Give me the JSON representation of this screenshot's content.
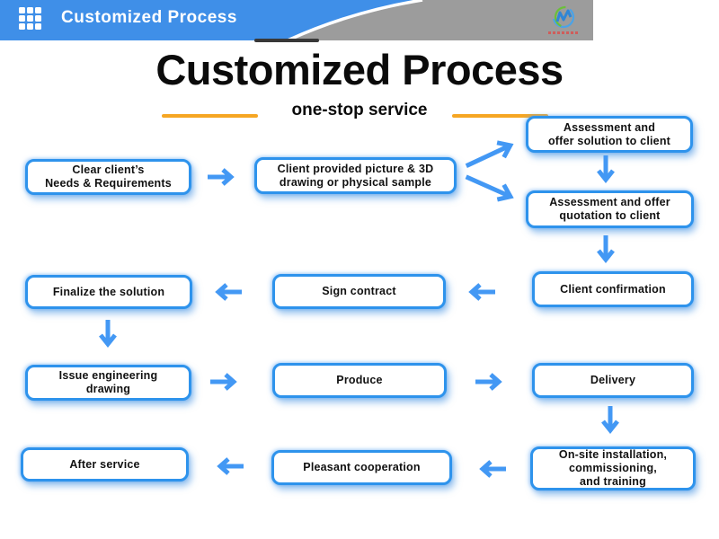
{
  "header": {
    "app_title": "Customized Process",
    "icons": {
      "grid": "grid-icon",
      "brand": "brand-logo-icon"
    }
  },
  "hero": {
    "title": "Customized Process",
    "subtitle": "one-stop service"
  },
  "flow": {
    "boxes": {
      "clear_needs": "Clear client’s\nNeeds & Requirements",
      "client_provided": "Client provided picture & 3D\ndrawing or physical sample",
      "assess_solution": "Assessment and\noffer solution to client",
      "assess_quotation": "Assessment and offer\nquotation to client",
      "client_confirmation": "Client confirmation",
      "sign_contract": "Sign contract",
      "finalize_solution": "Finalize the solution",
      "issue_drawing": "Issue engineering\ndrawing",
      "produce": "Produce",
      "delivery": "Delivery",
      "onsite": "On-site installation,\ncommissioning,\nand training",
      "pleasant": "Pleasant cooperation",
      "after_service": "After service"
    },
    "edges": [
      {
        "from": "clear_needs",
        "to": "client_provided"
      },
      {
        "from": "client_provided",
        "to": "assess_solution"
      },
      {
        "from": "client_provided",
        "to": "assess_quotation"
      },
      {
        "from": "assess_solution",
        "to": "assess_quotation"
      },
      {
        "from": "assess_quotation",
        "to": "client_confirmation"
      },
      {
        "from": "client_confirmation",
        "to": "sign_contract"
      },
      {
        "from": "sign_contract",
        "to": "finalize_solution"
      },
      {
        "from": "finalize_solution",
        "to": "issue_drawing"
      },
      {
        "from": "issue_drawing",
        "to": "produce"
      },
      {
        "from": "produce",
        "to": "delivery"
      },
      {
        "from": "delivery",
        "to": "onsite"
      },
      {
        "from": "onsite",
        "to": "pleasant"
      },
      {
        "from": "pleasant",
        "to": "after_service"
      }
    ]
  },
  "colors": {
    "header_blue": "#3F8FE8",
    "header_gray": "#9C9C9C",
    "box_border_blue": "#2E93EC",
    "arrow_blue": "#4398F4",
    "accent_orange": "#F6A623",
    "logo_red": "#D9534F",
    "logo_green": "#6ABF3A"
  }
}
